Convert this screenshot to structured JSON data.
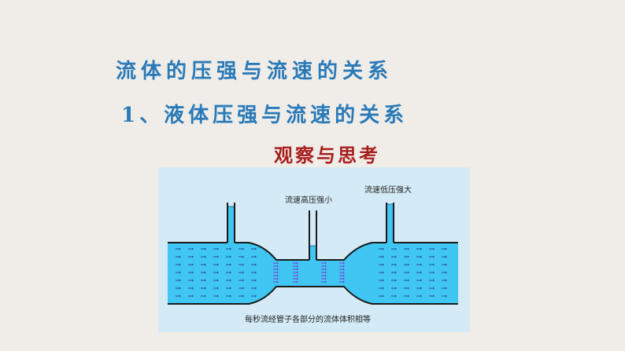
{
  "title": "流体的压强与流速的关系",
  "subtitle": "1、液体压强与流速的关系",
  "observe_label": "观察与思考",
  "figure": {
    "label_narrow": "流速高压强小",
    "label_wide": "流速低压强大",
    "caption": "每秒流经管子各部分的流体体积相等",
    "colors": {
      "panel": "#d4eaf6",
      "water": "#3fc6f2",
      "wall": "#1a1a1a",
      "arrow_wide": "#2d4e9e",
      "arrow_narrow": "#7c3fd0"
    }
  }
}
